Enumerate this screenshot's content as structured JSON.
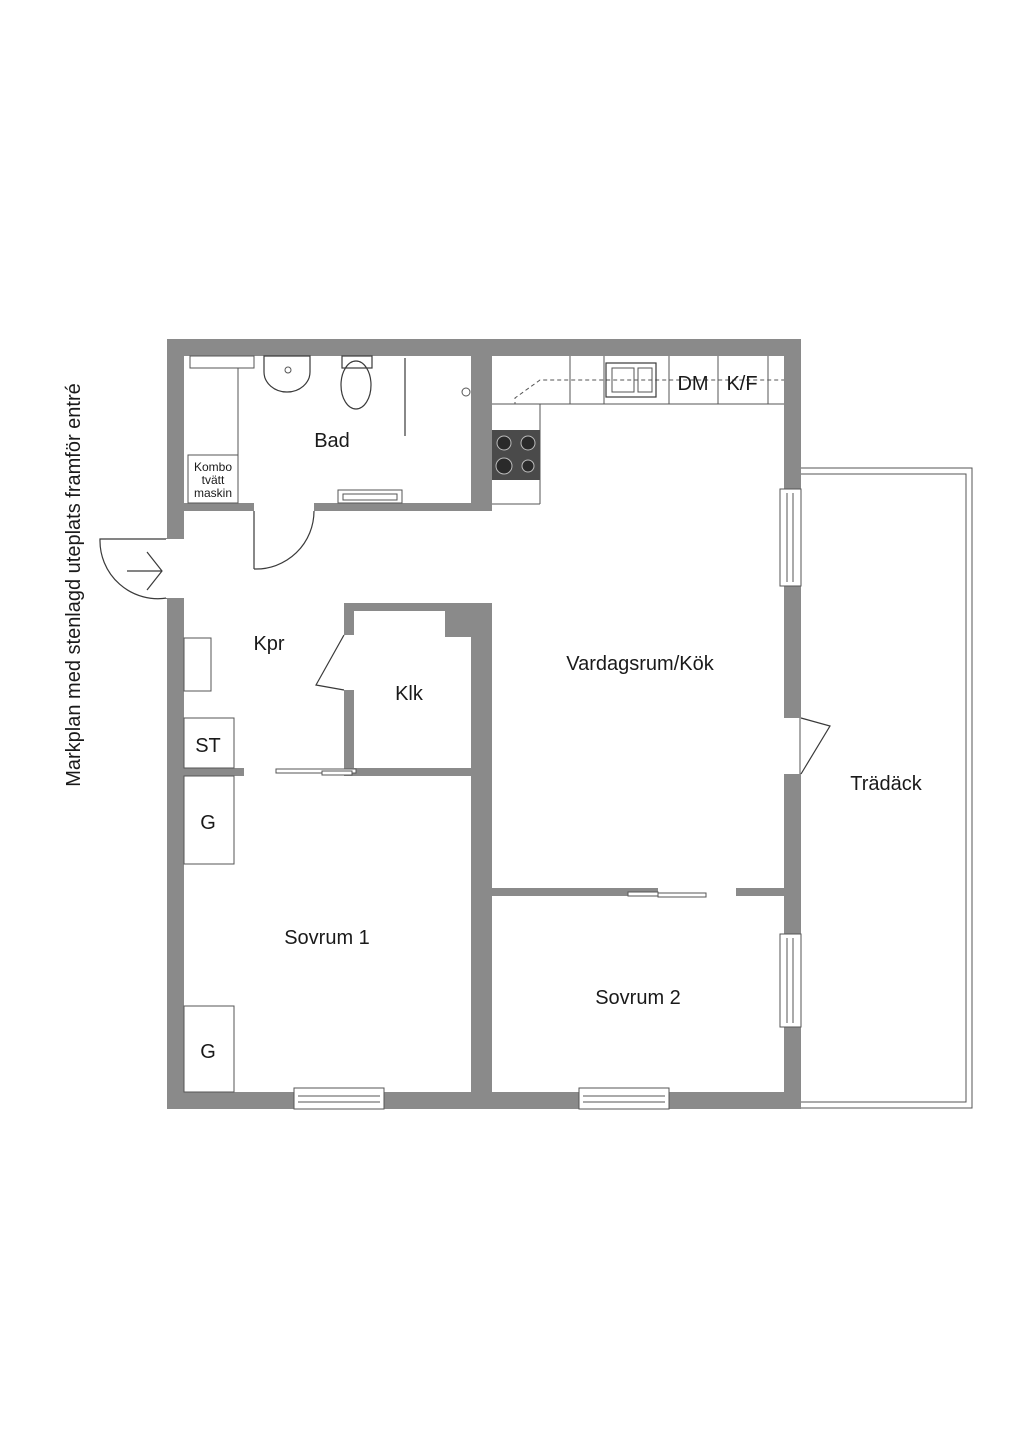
{
  "side_note": "Markplan med stenlagd uteplats framför entré",
  "rooms": {
    "bad": "Bad",
    "kpr": "Kpr",
    "klk": "Klk",
    "vardagsrum": "Vardagsrum/Kök",
    "tradack": "Trädäck",
    "sovrum1": "Sovrum 1",
    "sovrum2": "Sovrum 2"
  },
  "fixtures": {
    "kombo_line1": "Kombo",
    "kombo_line2": "tvätt",
    "kombo_line3": "maskin",
    "dm": "DM",
    "kf": "K/F",
    "st": "ST",
    "g1": "G",
    "g2": "G"
  }
}
